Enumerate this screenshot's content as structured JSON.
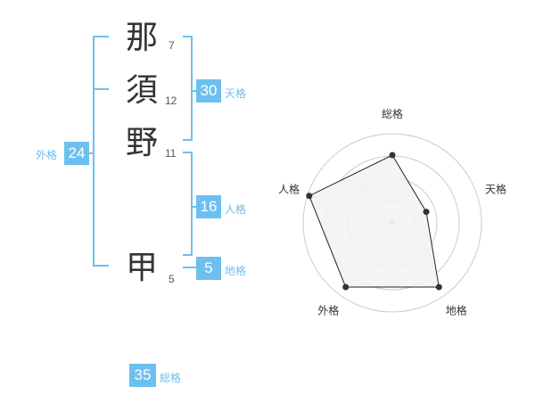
{
  "name": {
    "chars": [
      {
        "char": "那",
        "strokes": "7"
      },
      {
        "char": "須",
        "strokes": "12"
      },
      {
        "char": "野",
        "strokes": "11"
      },
      {
        "char": "甲",
        "strokes": "5"
      }
    ]
  },
  "fortune": {
    "tenkaku": {
      "value": "30",
      "label": "天格"
    },
    "jinkaku": {
      "value": "16",
      "label": "人格"
    },
    "chikaku": {
      "value": "5",
      "label": "地格"
    },
    "gaikaku": {
      "value": "24",
      "label": "外格"
    },
    "soukaku": {
      "value": "35",
      "label": "総格"
    }
  },
  "chart_data": {
    "type": "radar",
    "axes": [
      "総格",
      "天格",
      "地格",
      "外格",
      "人格"
    ],
    "values": [
      0.76,
      0.4,
      0.89,
      0.89,
      0.98
    ],
    "max": 1,
    "rings": 4,
    "colors": {
      "fill": "#f2f2f2",
      "stroke": "#222222",
      "ring": "#cccccc",
      "point": "#333333",
      "center": "#bbbbbb"
    }
  }
}
